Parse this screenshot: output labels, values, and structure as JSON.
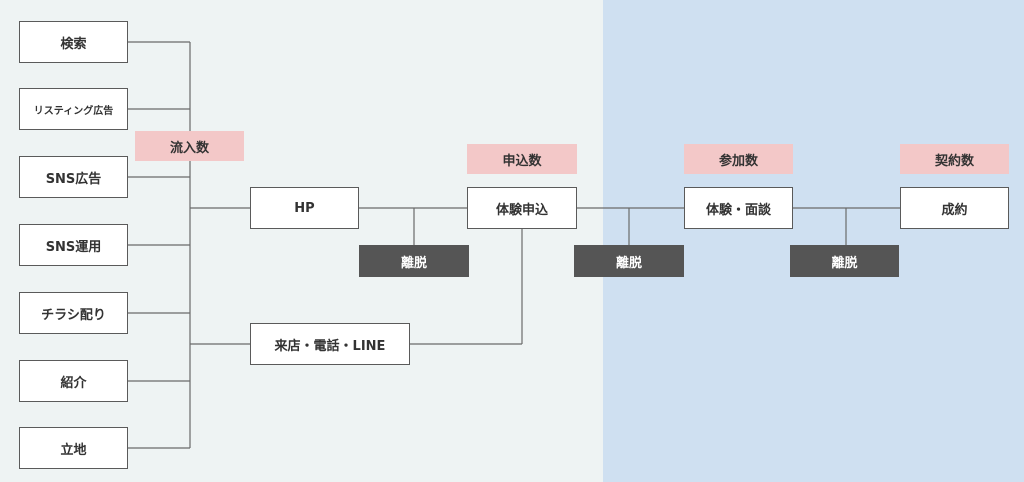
{
  "colors": {
    "left_background": "#eef3f3",
    "right_background": "#cfe0f1",
    "label_background": "#f3c8c8",
    "dropout_background": "#555555",
    "line": "#6a6a6a"
  },
  "sources": [
    "検索",
    "リスティング広告",
    "SNS広告",
    "SNS運用",
    "チラシ配り",
    "紹介",
    "立地"
  ],
  "channels": {
    "hp": "HP",
    "store": "来店・電話・LINE"
  },
  "stages": {
    "apply": "体験申込",
    "attend": "体験・面談",
    "contract": "成約"
  },
  "metrics": {
    "inflow": "流入数",
    "applications": "申込数",
    "participants": "参加数",
    "contracts": "契約数"
  },
  "dropouts": [
    "離脱",
    "離脱",
    "離脱"
  ]
}
